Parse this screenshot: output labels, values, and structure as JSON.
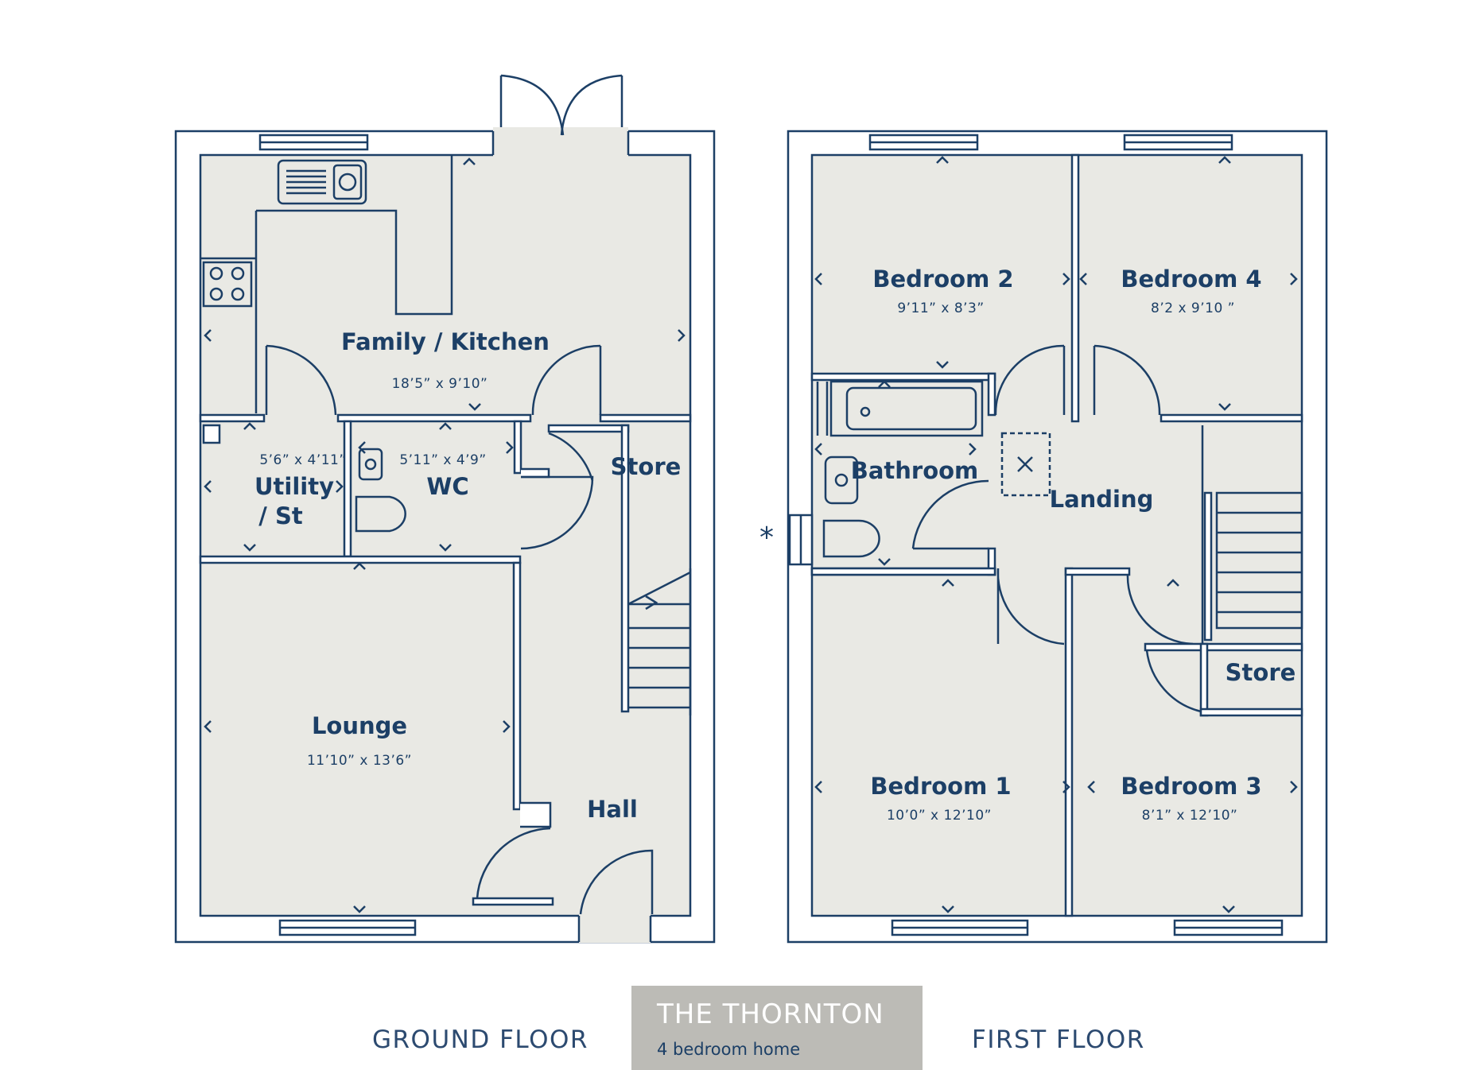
{
  "ground_floor": {
    "label": "GROUND FLOOR",
    "rooms": {
      "family_kitchen": {
        "name": "Family / Kitchen",
        "size": "18’5” x 9’10”"
      },
      "utility": {
        "name_line1": "Utility",
        "name_line2": "/ St",
        "size": "5’6” x 4’11”"
      },
      "wc": {
        "name": "WC",
        "size": "5’11” x 4’9”"
      },
      "store": {
        "name": "Store"
      },
      "lounge": {
        "name": "Lounge",
        "size": "11’10” x 13’6”"
      },
      "hall": {
        "name": "Hall"
      }
    }
  },
  "first_floor": {
    "label": "FIRST FLOOR",
    "rooms": {
      "bedroom2": {
        "name": "Bedroom 2",
        "size": "9’11” x 8’3”"
      },
      "bedroom4": {
        "name": "Bedroom 4",
        "size": "8’2 x 9’10 ”"
      },
      "bathroom": {
        "name": "Bathroom"
      },
      "landing": {
        "name": "Landing"
      },
      "store": {
        "name": "Store"
      },
      "bedroom1": {
        "name": "Bedroom 1",
        "size": "10’0” x 12’10”"
      },
      "bedroom3": {
        "name": "Bedroom 3",
        "size": "8’1” x 12’10”"
      }
    },
    "asterisk": "*"
  },
  "house": {
    "name": "THE THORNTON",
    "subtitle": "4 bedroom home"
  },
  "colors": {
    "wall": "#1c3f66",
    "floor": "#e9e9e4",
    "title_box": "#bcbbb6",
    "title_text": "#ffffff"
  }
}
